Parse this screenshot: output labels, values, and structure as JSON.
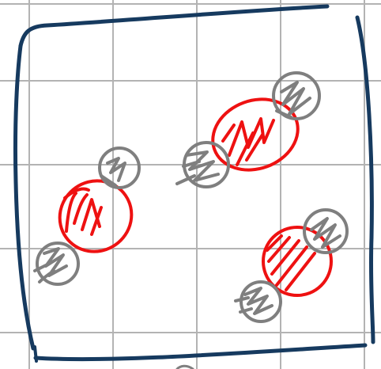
{
  "colors": {
    "background": "#ffffff",
    "grid": "#b3b3b3",
    "frame": "#163a5f",
    "center_atom": "#ee1111",
    "terminal_atom": "#7f7f7f"
  },
  "sketch": {
    "grid": true,
    "frame": "hand-drawn-square",
    "molecules": [
      {
        "name": "molecule-left",
        "center": "red",
        "terminals": [
          "gray",
          "gray"
        ],
        "orientation": "diagonal"
      },
      {
        "name": "molecule-top-right",
        "center": "red",
        "terminals": [
          "gray",
          "gray"
        ],
        "orientation": "diagonal"
      },
      {
        "name": "molecule-bottom-right",
        "center": "red",
        "terminals": [
          "gray",
          "gray"
        ],
        "orientation": "diagonal"
      }
    ]
  }
}
